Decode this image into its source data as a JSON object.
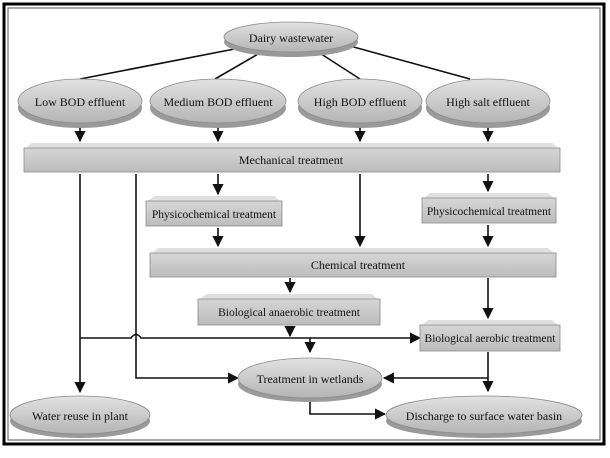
{
  "nodes": {
    "dairy_wastewater": "Dairy wastewater",
    "low_bod": "Low BOD effluent",
    "medium_bod": "Medium BOD effluent",
    "high_bod": "High BOD effluent",
    "high_salt": "High salt effluent",
    "mechanical": "Mechanical treatment",
    "physchem_left": "Physicochemical treatment",
    "physchem_right": "Physicochemical treatment",
    "chemical": "Chemical treatment",
    "bio_anaerobic": "Biological anaerobic treatment",
    "bio_aerobic": "Biological aerobic treatment",
    "wetlands": "Treatment in wetlands",
    "water_reuse": "Water reuse in plant",
    "discharge": "Discharge to surface water basin"
  },
  "colors": {
    "node_fill": "#c9c9c9",
    "node_top": "#dcdcdc",
    "node_side": "#8f8f8f",
    "connector": "#111111",
    "frame_border": "#000000"
  }
}
